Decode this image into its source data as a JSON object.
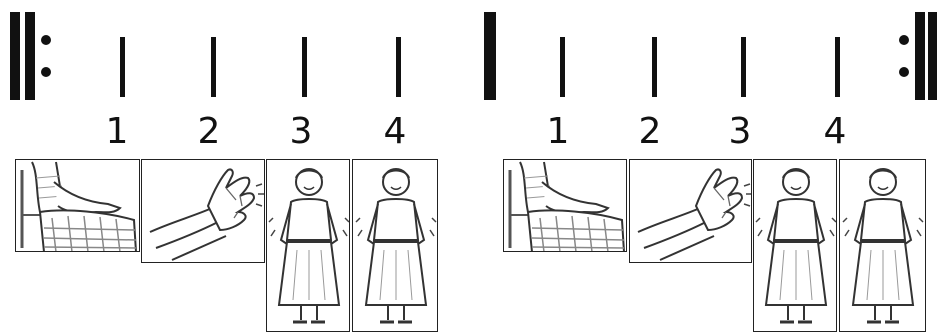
{
  "notation": {
    "measures": [
      {
        "beats": [
          {
            "count": "1",
            "action": "pat-lap-icon"
          },
          {
            "count": "2",
            "action": "clap-icon"
          },
          {
            "count": "3",
            "action": "shake-girl-icon"
          },
          {
            "count": "4",
            "action": "shake-girl-icon"
          }
        ]
      },
      {
        "beats": [
          {
            "count": "1",
            "action": "pat-lap-icon"
          },
          {
            "count": "2",
            "action": "clap-icon"
          },
          {
            "count": "3",
            "action": "shake-girl-icon"
          },
          {
            "count": "4",
            "action": "shake-girl-icon"
          }
        ]
      }
    ],
    "colors": {
      "ink": "#111111",
      "sketch": "#555555",
      "box": "#222222"
    }
  }
}
